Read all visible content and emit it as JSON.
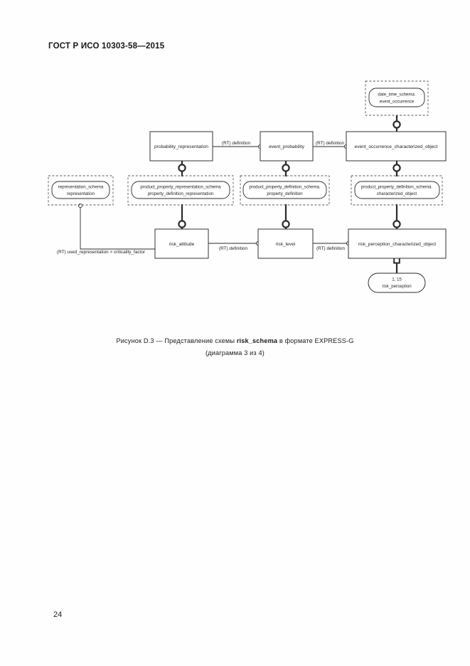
{
  "document": {
    "running_head": "ГОСТ Р ИСО 10303-58—2015",
    "page_number": "24"
  },
  "caption": {
    "prefix": "Рисунок  D.3 — Представление схемы ",
    "schema_name": "risk_schema",
    "suffix": " в формате EXPRESS-G",
    "subtitle": "(диаграмма 3 из 4)"
  },
  "diagram": {
    "type": "EXPRESS-G",
    "entities": [
      {
        "id": "probability_representation",
        "label": "probability_representation"
      },
      {
        "id": "event_probability",
        "label": "event_probability"
      },
      {
        "id": "event_occurrence_characterized_object",
        "label": "event_occurrence_characterized_object"
      },
      {
        "id": "risk_attitude",
        "label": "risk_attitude"
      },
      {
        "id": "risk_level",
        "label": "risk_level"
      },
      {
        "id": "risk_perception_characterized_object",
        "label": "risk_perception_characterized_object"
      }
    ],
    "schema_refs": [
      {
        "id": "representation_schema",
        "schema": "representation_schema",
        "entity": "representation"
      },
      {
        "id": "product_property_representation_schema",
        "schema": "product_property_representation_schema",
        "entity": "property_definition_representation"
      },
      {
        "id": "product_property_definition_schema_property_definition",
        "schema": "product_property_definition_schema.",
        "entity": "property_definition"
      },
      {
        "id": "product_property_definition_schema_characterized_object",
        "schema": "product_property_definition_schema.",
        "entity": "characterized_object"
      },
      {
        "id": "date_time_schema_event_occurrence",
        "schema": "date_time_schema.",
        "entity": "event_occurrence"
      }
    ],
    "page_ref": {
      "id": "risk_perception",
      "page": "1, 15",
      "entity": "risk_perception"
    },
    "relationships": [
      {
        "id": "rel_prob",
        "label": "(RT) definition",
        "from": "probability_representation",
        "to": "event_probability"
      },
      {
        "id": "rel_evprob",
        "label": "(RT) definition",
        "from": "event_probability",
        "to": "event_occurrence_characterized_object"
      },
      {
        "id": "rel_attitude",
        "label": "(RT) definition",
        "from": "risk_attitude",
        "to": "risk_level"
      },
      {
        "id": "rel_level",
        "label": "(RT) definition",
        "from": "risk_level",
        "to": "risk_perception_characterized_object"
      },
      {
        "id": "rel_used_rep",
        "label": "(RT) used_representation > criticality_factor",
        "from": "representation_schema",
        "to": "risk_attitude"
      }
    ],
    "colors": {
      "line": "#2a2a2a",
      "dashed_box": "#555555",
      "text": "#1d1d1d",
      "background": "#ffffff"
    }
  }
}
